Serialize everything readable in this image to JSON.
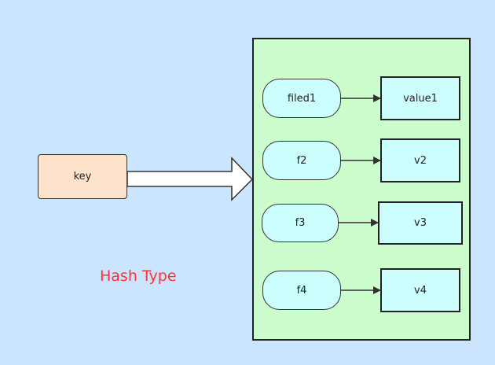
{
  "key": {
    "label": "key"
  },
  "caption": "Hash Type",
  "pairs": [
    {
      "field": "filed1",
      "value": "value1"
    },
    {
      "field": "f2",
      "value": "v2"
    },
    {
      "field": "f3",
      "value": "v3"
    },
    {
      "field": "f4",
      "value": "v4"
    }
  ],
  "colors": {
    "background": "#cce5fe",
    "key_fill": "#fde3cb",
    "container_fill": "#ccfdcc",
    "cell_fill": "#ccfefe",
    "caption": "#ff3333"
  }
}
